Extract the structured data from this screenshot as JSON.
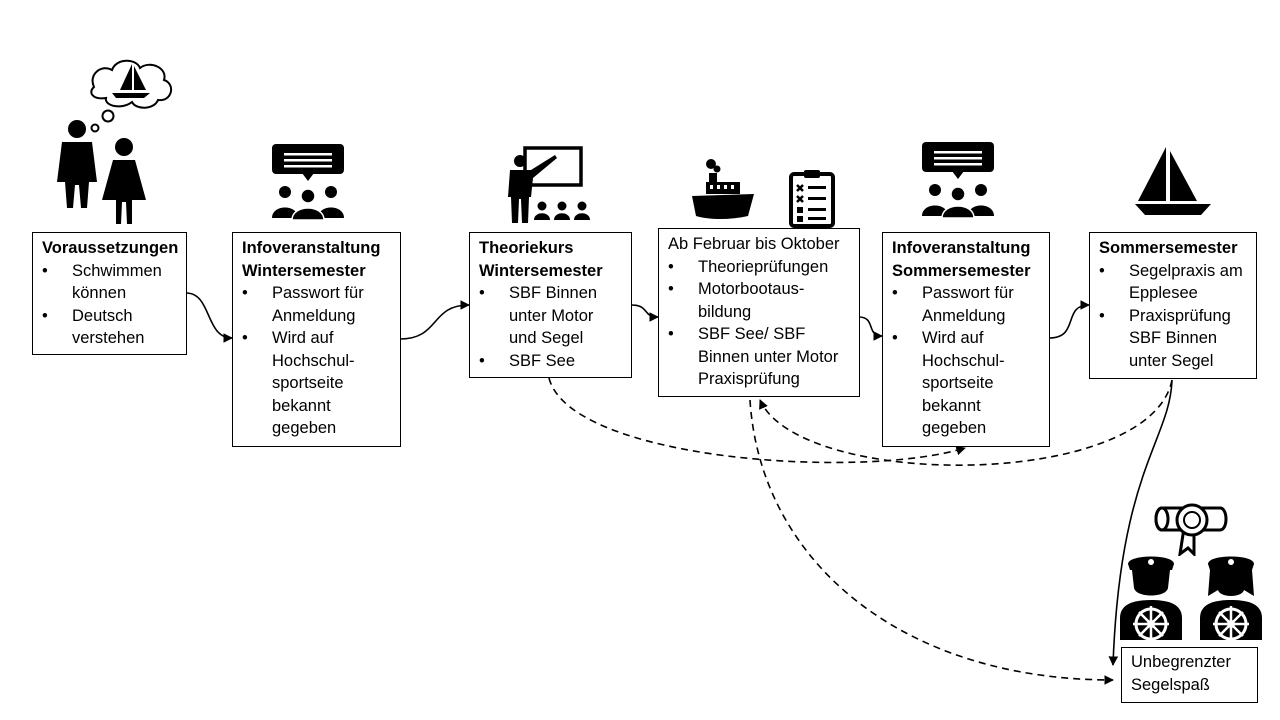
{
  "steps": [
    {
      "title": "Voraussetzungen",
      "items": [
        "Schwimmen können",
        "Deutsch verstehen"
      ]
    },
    {
      "title": "Infoveranstaltung Wintersemester",
      "items": [
        "Passwort für Anmeldung",
        "Wird auf Hochschul-sportseite bekannt gegeben"
      ]
    },
    {
      "title": "Theoriekurs Wintersemester",
      "items": [
        "SBF Binnen unter Motor und Segel",
        "SBF See"
      ]
    },
    {
      "title": "Ab Februar bis Oktober",
      "items": [
        "Theorieprüfungen",
        "Motorbootaus-bildung",
        "SBF See/ SBF Binnen unter Motor Praxisprüfung"
      ]
    },
    {
      "title": "Infoveranstaltung Sommersemester",
      "items": [
        "Passwort für Anmeldung",
        "Wird auf Hochschul-sportseite bekannt gegeben"
      ]
    },
    {
      "title": "Sommersemester",
      "items": [
        "Segelpraxis am Epplesee",
        "Praxisprüfung SBF Binnen unter Segel"
      ]
    }
  ],
  "result": {
    "text": "Unbegrenzter Segelspaß"
  },
  "icons": [
    "couple-dreaming-of-sailboat-icon",
    "info-event-audience-icon",
    "teacher-at-board-icon",
    "motorboat-icon",
    "checklist-icon",
    "info-event-audience-icon",
    "sailboat-icon",
    "certificate-diploma-icon",
    "captains-at-helm-icon"
  ]
}
